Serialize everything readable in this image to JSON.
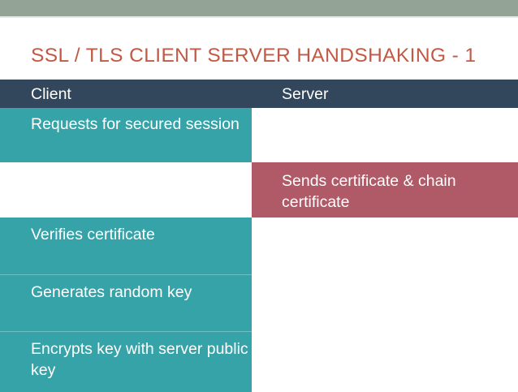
{
  "slide": {
    "title": "SSL / TLS  CLIENT  SERVER  HANDSHAKING  - 1",
    "top_band_color": "#93a496",
    "title_color": "#c05a45"
  },
  "colors": {
    "header_bg": "#33475c",
    "client_cell": "#36a3a8",
    "server_cell": "#b05a68",
    "empty_cell": "#ffffff",
    "text": "#ffffff",
    "separator": "#6dc0c4"
  },
  "table": {
    "headers": {
      "client": "Client",
      "server": "Server"
    },
    "rows": [
      {
        "client": "Requests for secured session",
        "client_fill": "teal",
        "server": "",
        "server_fill": "white"
      },
      {
        "client": "",
        "client_fill": "white",
        "server": "Sends certificate & chain certificate",
        "server_fill": "red"
      },
      {
        "client": "Verifies certificate",
        "client_fill": "teal",
        "server": "",
        "server_fill": "white"
      },
      {
        "client": "Generates random key",
        "client_fill": "teal",
        "server": "",
        "server_fill": "white"
      },
      {
        "client": "Encrypts key with server public key",
        "client_fill": "teal",
        "server": "",
        "server_fill": "white"
      }
    ]
  }
}
